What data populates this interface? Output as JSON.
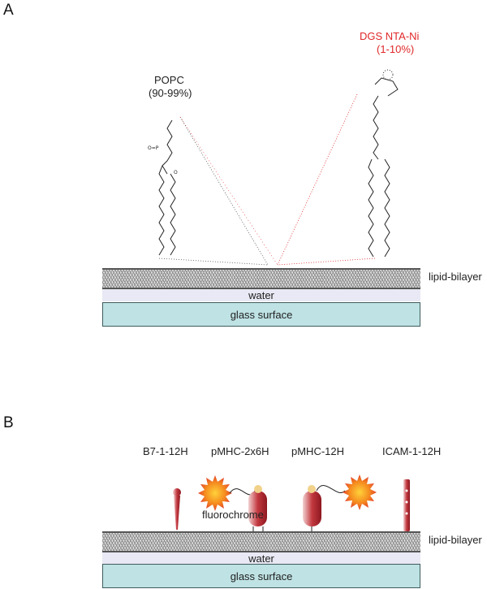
{
  "panel_a": {
    "letter": "A",
    "popc_label": "POPC",
    "popc_pct": "(90-99%)",
    "dgs_label": "DGS NTA-Ni",
    "dgs_pct": "(1-10%)",
    "bilayer_label": "lipid-bilayer",
    "water_label": "water",
    "glass_label": "glass surface"
  },
  "panel_b": {
    "letter": "B",
    "proteins": [
      "B7-1-12H",
      "pMHC-2x6H",
      "pMHC-12H",
      "ICAM-1-12H"
    ],
    "fluorochrome_label": "fluorochrome",
    "bilayer_label": "lipid-bilayer",
    "water_label": "water",
    "glass_label": "glass surface"
  },
  "colors": {
    "dgs_text": "#e0282a",
    "glass": "#bfe2e4",
    "water": "#e8e9f4",
    "protein": "#b2202a",
    "star": "#f26722"
  }
}
